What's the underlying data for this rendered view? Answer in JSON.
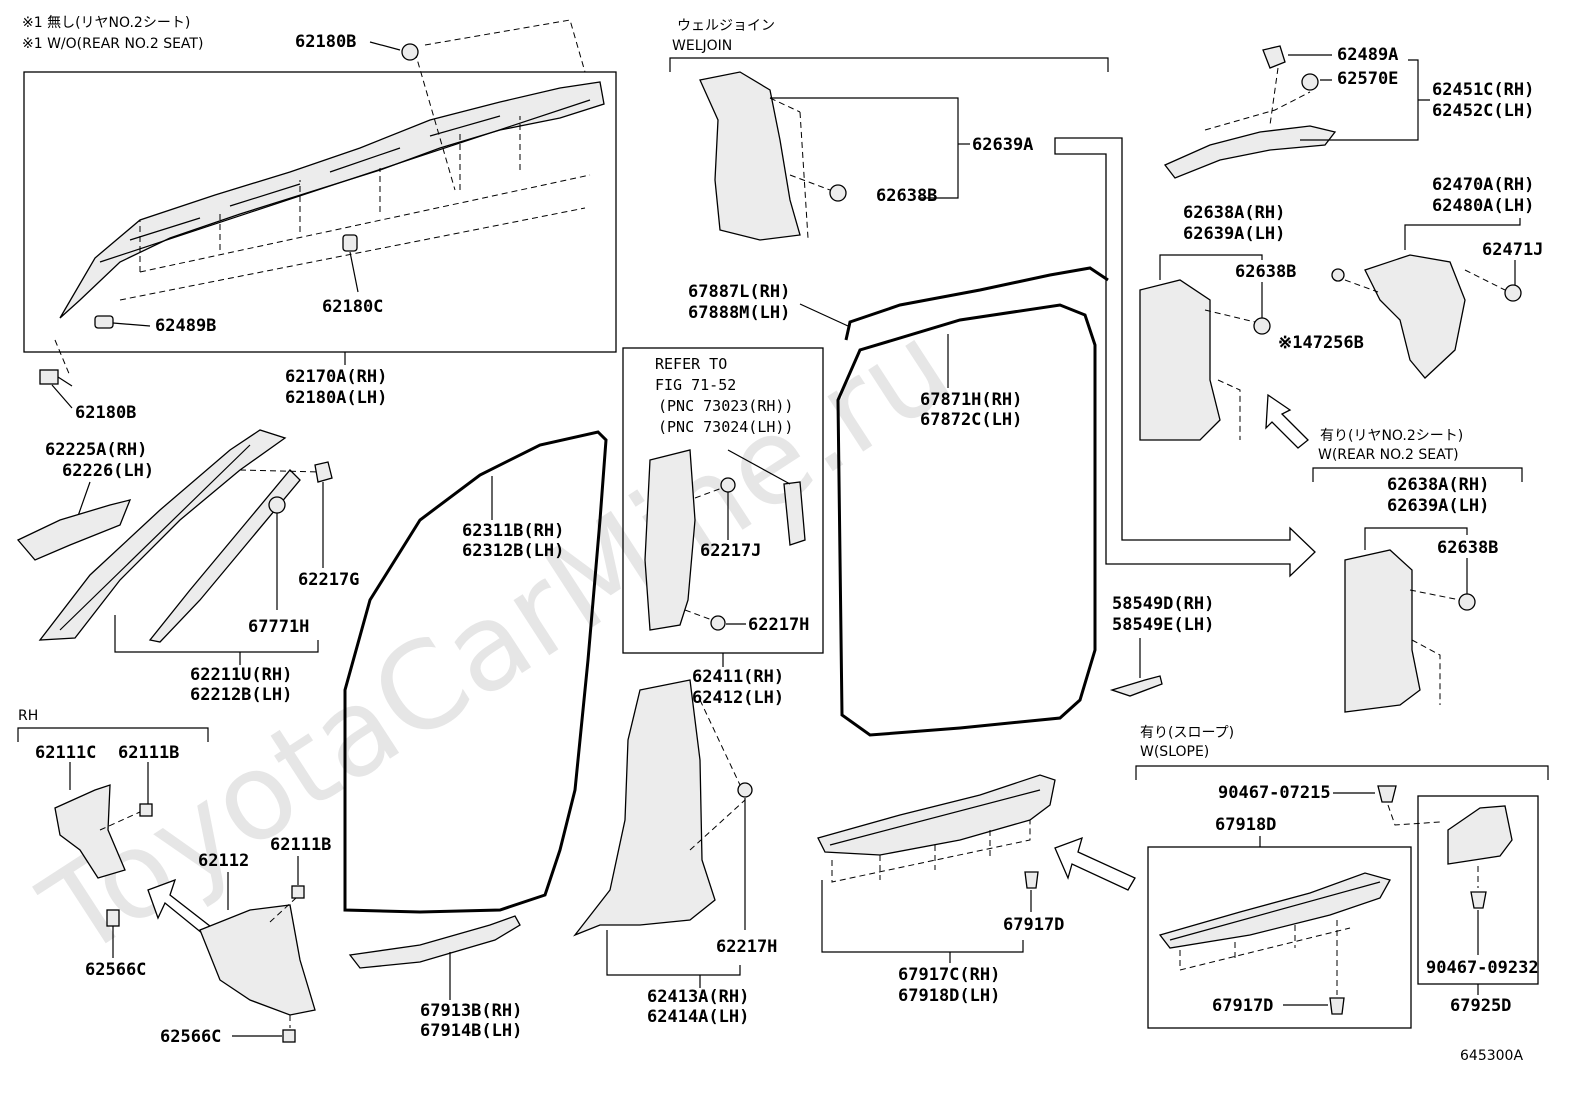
{
  "watermark": "ToyotaCarMine.ru",
  "diagram_id": "645300A",
  "notes": {
    "line1": "※1 無し(リヤNO.2シート)",
    "line2": "※1 W/O(REAR NO.2 SEAT)"
  },
  "groups": {
    "weljoin_jp": "ウェルジョイン",
    "weljoin_en": "WELJOIN",
    "rear_seat_jp": "有り(リヤNO.2シート)",
    "rear_seat_en": "W(REAR NO.2 SEAT)",
    "slope_jp": "有り(スロープ)",
    "slope_en": "W(SLOPE)",
    "rh": "RH"
  },
  "refer": {
    "l1": "REFER TO",
    "l2": "FIG 71-52",
    "l3": "(PNC 73023(RH))",
    "l4": "(PNC 73024(LH))"
  },
  "parts": {
    "p62180B_top": "62180B",
    "p62180C": "62180C",
    "p62489B": "62489B",
    "p62170A": "62170A(RH)",
    "p62180A": "62180A(LH)",
    "p62180B_bot": "62180B",
    "p62225A": "62225A(RH)",
    "p62226": "62226(LH)",
    "p62217G": "62217G",
    "p67771H": "67771H",
    "p62211U": "62211U(RH)",
    "p62212B": "62212B(LH)",
    "p62111C": "62111C",
    "p62111B_a": "62111B",
    "p62112": "62112",
    "p62111B_b": "62111B",
    "p62566C_a": "62566C",
    "p62566C_b": "62566C",
    "p62639A_top": "62639A",
    "p62638B_top": "62638B",
    "p67887L": "67887L(RH)",
    "p67888M": "67888M(LH)",
    "p67871H": "67871H(RH)",
    "p67872C": "67872C(LH)",
    "p62311B": "62311B(RH)",
    "p62312B": "62312B(LH)",
    "p62217J": "62217J",
    "p62217H_a": "62217H",
    "p62411": "62411(RH)",
    "p62412": "62412(LH)",
    "p62217H_b": "62217H",
    "p62413A": "62413A(RH)",
    "p62414A": "62414A(LH)",
    "p67913B": "67913B(RH)",
    "p67914B": "67914B(LH)",
    "p62489A": "62489A",
    "p62570E": "62570E",
    "p62451C": "62451C(RH)",
    "p62452C": "62452C(LH)",
    "p62470A": "62470A(RH)",
    "p62480A": "62480A(LH)",
    "p62471J": "62471J",
    "p62638A_1": "62638A(RH)",
    "p62639A_1": "62639A(LH)",
    "p62638B_1": "62638B",
    "p147256B": "※147256B",
    "p62638A_2": "62638A(RH)",
    "p62639A_2": "62639A(LH)",
    "p62638B_2": "62638B",
    "p58549D": "58549D(RH)",
    "p58549E": "58549E(LH)",
    "p90467_07215": "90467-07215",
    "p67918D": "67918D",
    "p67917D_a": "67917D",
    "p67917C": "67917C(RH)",
    "p67918D_lh": "67918D(LH)",
    "p67917D_b": "67917D",
    "p90467_09232": "90467-09232",
    "p67925D": "67925D"
  }
}
